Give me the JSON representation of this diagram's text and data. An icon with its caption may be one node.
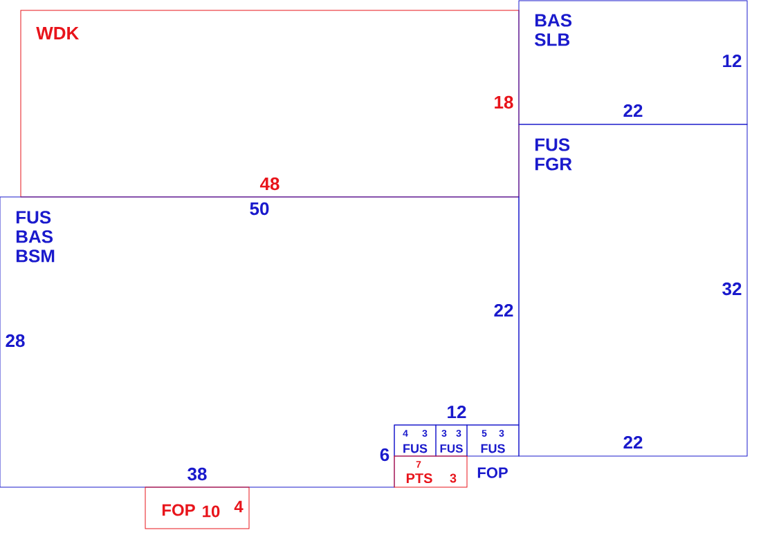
{
  "diagram": {
    "nodes": [
      {
        "text": [
          "WDK",
          "18",
          "48"
        ]
      },
      {
        "text": [
          "BAS SLB",
          "12",
          "22"
        ]
      },
      {
        "text": [
          "FUS FGR",
          "32",
          "22"
        ]
      },
      {
        "text": [
          "FUS BAS BSM",
          "50",
          "28",
          "22",
          "38"
        ]
      },
      {
        "text": [
          "4",
          "3",
          "FUS"
        ]
      },
      {
        "text": [
          "3",
          "3",
          "FUS"
        ]
      },
      {
        "text": [
          "5",
          "3",
          "FUS"
        ]
      },
      {
        "text": [
          "7",
          "PTS",
          "3"
        ]
      },
      {
        "text": [
          "FOP",
          "10",
          "4"
        ]
      }
    ],
    "labels": [
      "12",
      "6",
      "FOP"
    ]
  }
}
